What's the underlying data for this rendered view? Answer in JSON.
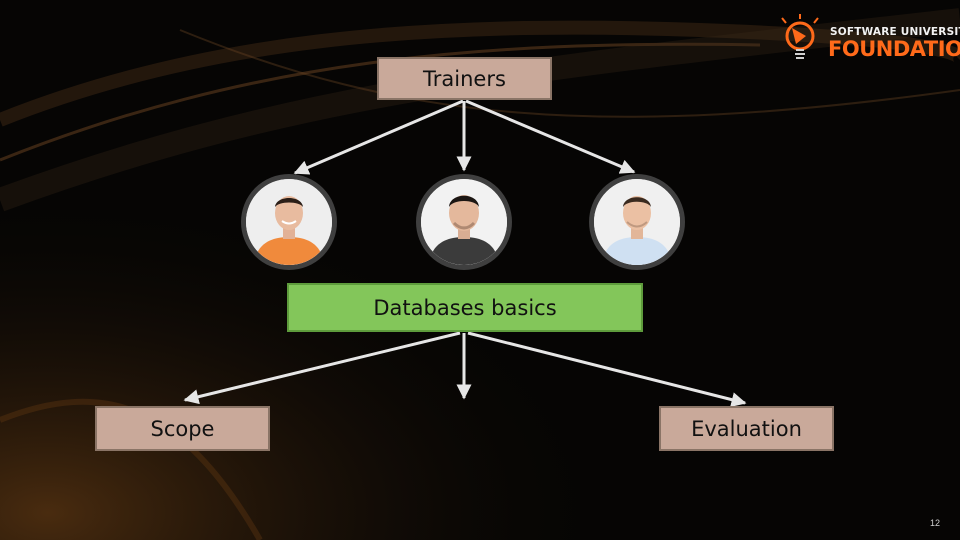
{
  "slide": {
    "page_number": "12",
    "background_color": "#060504",
    "accent_color": "#ff6a1a"
  },
  "logo": {
    "line1": "SOFTWARE UNIVERSITY",
    "line2": "FOUNDATION",
    "icon": "lightbulb-icon"
  },
  "diagram": {
    "top_node": "Trainers",
    "middle_node": "Databases basics",
    "bottom_left_node": "Scope",
    "bottom_right_node": "Evaluation",
    "trainers": [
      {
        "shirt_color": "#f08a3c",
        "hair_color": "#2b1e17"
      },
      {
        "shirt_color": "#3b3b3b",
        "hair_color": "#1c1613"
      },
      {
        "shirt_color": "#cfe0f2",
        "hair_color": "#3a2a1f"
      }
    ],
    "colors": {
      "node_fill": "#c9a99a",
      "middle_fill": "#83c65a",
      "arrow_color": "#e6e6e6"
    }
  }
}
